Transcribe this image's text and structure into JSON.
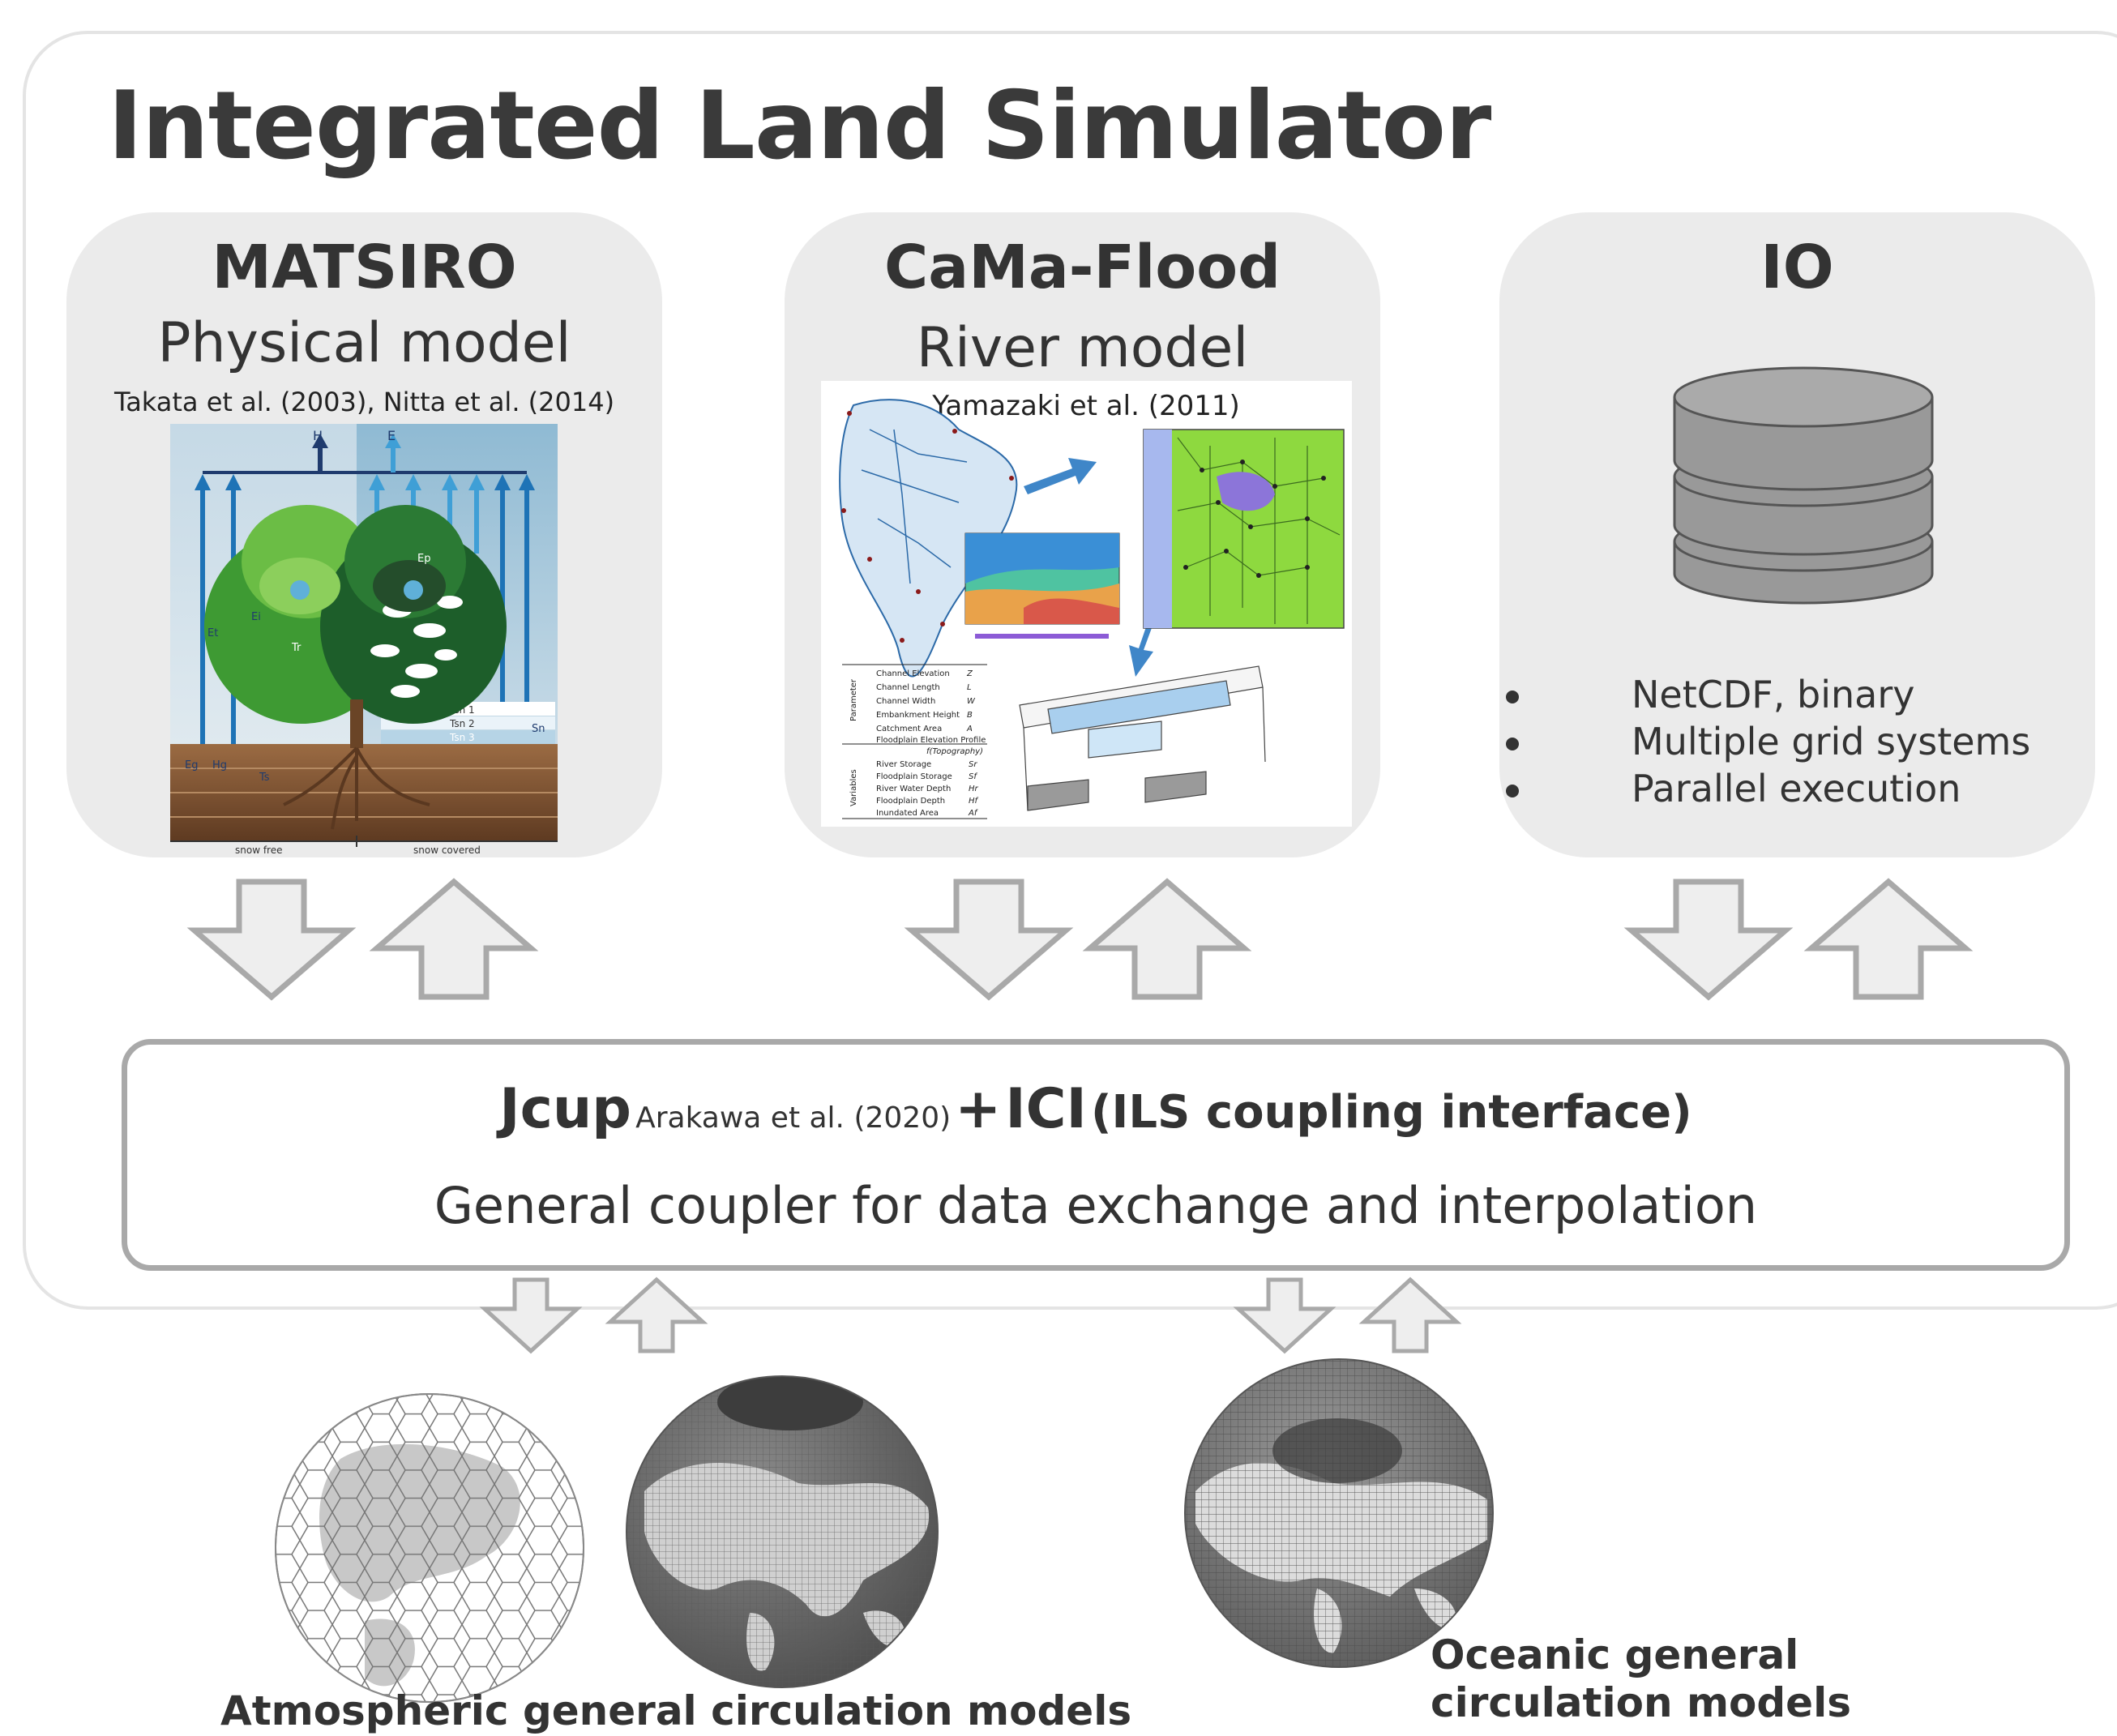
{
  "title": "Integrated Land Simulator",
  "panels": {
    "matsiro": {
      "title": "MATSIRO",
      "subtitle": "Physical model",
      "reference": "Takata et al. (2003), Nitta et al. (2014)",
      "figure_labels": [
        "H",
        "E",
        "Et",
        "Ei",
        "Tr",
        "Ep",
        "Eg",
        "Hg",
        "Ts",
        "Tsn 1",
        "Tsn 2",
        "Tsn 3",
        "Sn",
        "snow free",
        "snow covered"
      ]
    },
    "cama": {
      "title": "CaMa-Flood",
      "subtitle": "River model",
      "reference": "Yamazaki et al. (2011)",
      "parameter_rows": [
        "Channel Elevation",
        "Channel Length",
        "Channel Width",
        "Embankment Height",
        "Catchment Area",
        "Floodplain Elevation Profile"
      ],
      "parameter_symbols": [
        "Z",
        "L",
        "W",
        "B",
        "A"
      ],
      "topography_label": "f(Topography)",
      "parameter_group": "Parameter",
      "variable_rows": [
        "River Storage",
        "Floodplain Storage",
        "River Water Depth",
        "Floodplain Depth",
        "Inundated Area"
      ],
      "variable_symbols": [
        "Sr",
        "Sf",
        "Hr",
        "Hf",
        "Af"
      ],
      "variable_group": "Variables"
    },
    "io": {
      "title": "IO",
      "bullets": [
        "NetCDF, binary",
        "Multiple grid systems",
        "Parallel execution"
      ]
    }
  },
  "coupler": {
    "jcup": "Jcup",
    "jcup_ref": "Arakawa et al. (2020)",
    "plus": "+",
    "ici": "ICI",
    "ici_desc": "(ILS coupling interface)",
    "description": "General coupler for data exchange and interpolation"
  },
  "captions": {
    "atmos": "Atmospheric general circulation models",
    "ocean_line1": "Oceanic general",
    "ocean_line2": "circulation models"
  },
  "colors": {
    "panel_bg": "#ebebeb",
    "arrow_fill": "#eeeeee",
    "arrow_stroke": "#a9a9a9",
    "text": "#333333"
  }
}
